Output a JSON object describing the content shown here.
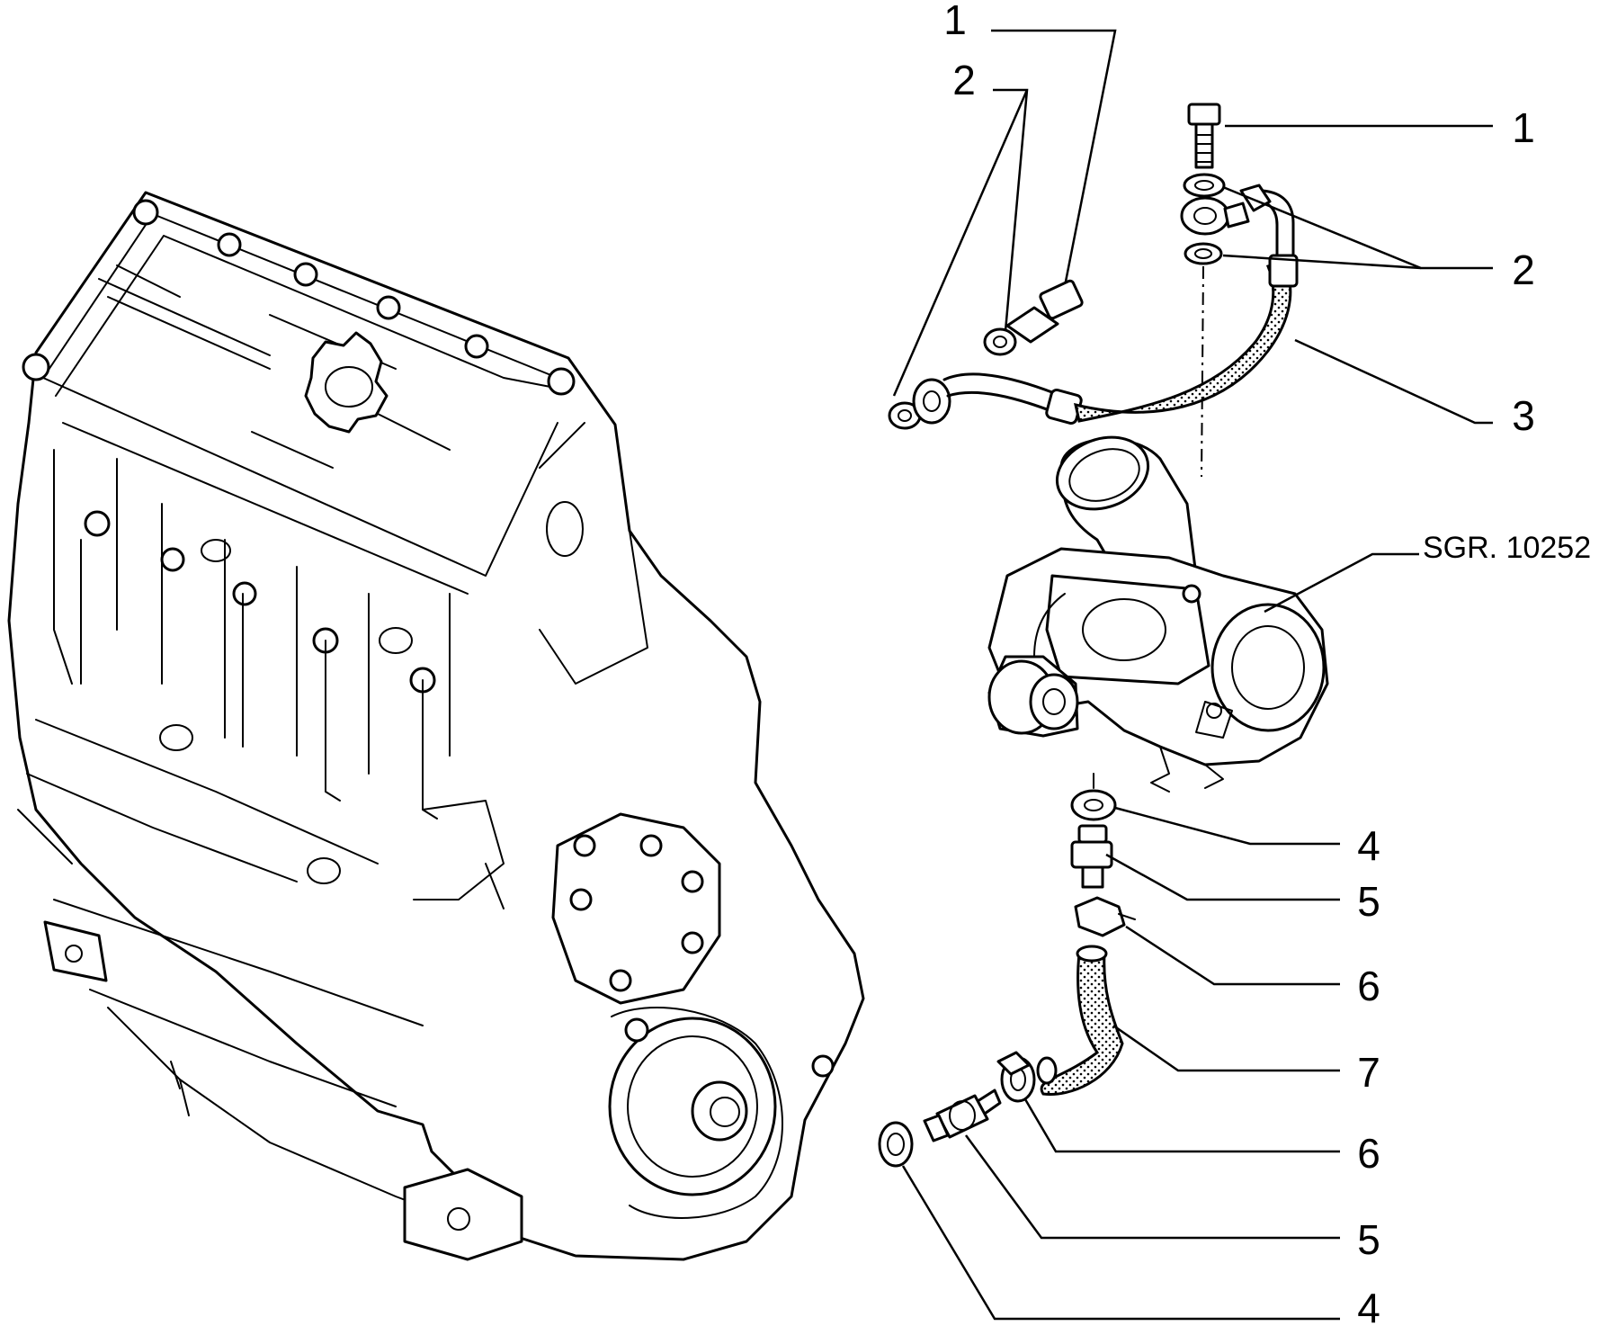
{
  "callouts": {
    "top_left_1": "1",
    "top_left_2": "2",
    "right_1": "1",
    "right_2": "2",
    "right_3": "3",
    "reference": "SGR. 10252",
    "upper_4": "4",
    "upper_5": "5",
    "upper_6": "6",
    "lower_7": "7",
    "lower_6": "6",
    "lower_5": "5",
    "lower_4": "4"
  }
}
